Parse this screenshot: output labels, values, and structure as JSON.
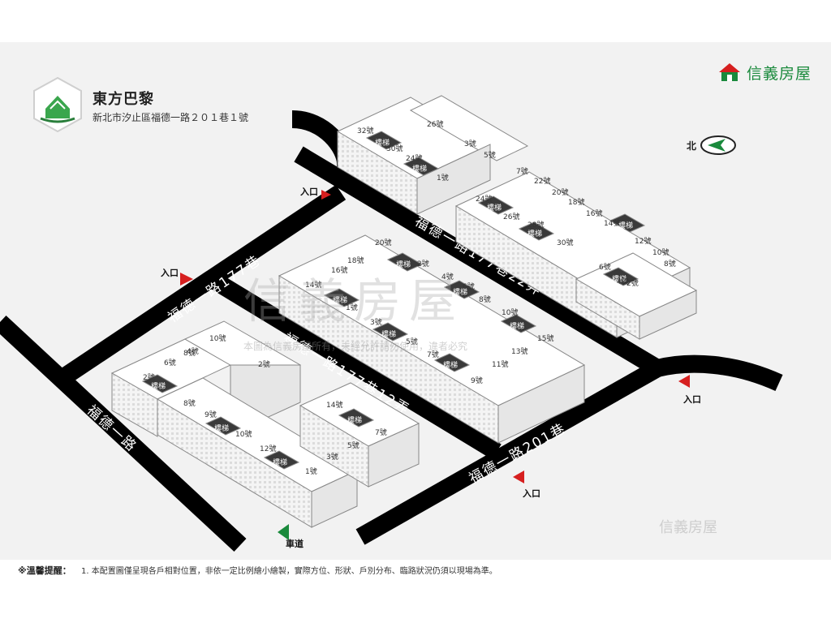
{
  "project": {
    "name": "東方巴黎",
    "address": "新北市汐止區福德一路２０１巷１號"
  },
  "brand": {
    "name": "信義房屋",
    "color": "#1a8a3c",
    "logo_icon": "sinyi-house-icon"
  },
  "compass": {
    "label": "北",
    "icon": "north-arrow-icon"
  },
  "roads": {
    "main": "福德一路",
    "lane177": "福德一路177巷",
    "lane177_12": "福德一路177巷12弄",
    "lane177_22": "福德一路177巷22弄",
    "lane201": "福德一路201巷"
  },
  "entrances": {
    "label": "入口",
    "vehicle_label": "車道"
  },
  "buildings": {
    "stairs_label": "樓梯",
    "north_row": [
      "32號",
      "30號",
      "26號",
      "24號",
      "3號",
      "5號",
      "1號",
      "7號"
    ],
    "north_east_row": [
      "22號",
      "20號",
      "18號",
      "16號",
      "14號",
      "12號",
      "10號",
      "8號",
      "6號",
      "4號",
      "2號"
    ],
    "north_middle_row": [
      "24號",
      "26號",
      "28號",
      "30號"
    ],
    "middle_north": [
      "20號",
      "18號",
      "16號",
      "14號",
      "2號",
      "4號",
      "6號",
      "8號",
      "10號"
    ],
    "middle_south": [
      "1號",
      "3號",
      "5號",
      "7號",
      "9號",
      "11號",
      "13號",
      "15號"
    ],
    "south_west": [
      "10號",
      "8號",
      "6號",
      "4號",
      "2號",
      "2號",
      "8號",
      "9號",
      "10號",
      "12號"
    ],
    "south_east": [
      "14號",
      "7號",
      "5號",
      "3號",
      "1號"
    ]
  },
  "watermark": {
    "main": "信義房屋",
    "notice": "本圖為信義房屋所有，未經允許請勿使用，違者必究",
    "corner": "信義房屋"
  },
  "disclaimer": {
    "title": "※溫馨提醒：",
    "text": "1. 本配置圖僅呈現各戶相對位置，非依一定比例繪小繪製，實際方位、形狀、戶別分布、臨路狀況仍須以現場為準。"
  }
}
